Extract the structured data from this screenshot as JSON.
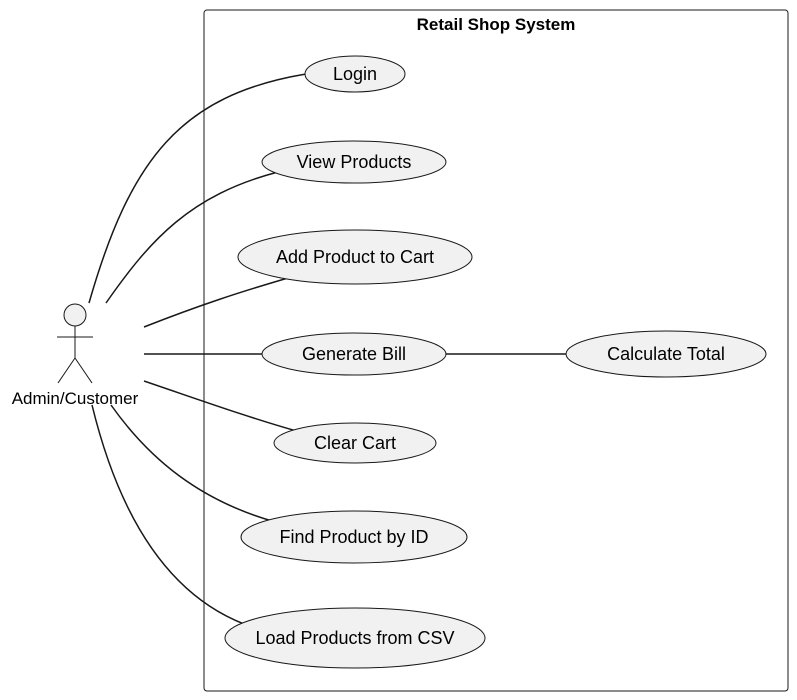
{
  "system": {
    "title": "Retail Shop System"
  },
  "actor": {
    "name": "Admin/Customer",
    "icon": "stick-figure-icon"
  },
  "use_cases": [
    {
      "id": "login",
      "label": "Login"
    },
    {
      "id": "view-products",
      "label": "View Products"
    },
    {
      "id": "add-product-to-cart",
      "label": "Add Product to Cart"
    },
    {
      "id": "generate-bill",
      "label": "Generate Bill"
    },
    {
      "id": "calculate-total",
      "label": "Calculate Total"
    },
    {
      "id": "clear-cart",
      "label": "Clear Cart"
    },
    {
      "id": "find-product-by-id",
      "label": "Find Product by ID"
    },
    {
      "id": "load-products-from-csv",
      "label": "Load Products from CSV"
    }
  ],
  "associations": [
    {
      "from": "actor",
      "to": "login"
    },
    {
      "from": "actor",
      "to": "view-products"
    },
    {
      "from": "actor",
      "to": "add-product-to-cart"
    },
    {
      "from": "actor",
      "to": "generate-bill"
    },
    {
      "from": "actor",
      "to": "clear-cart"
    },
    {
      "from": "actor",
      "to": "find-product-by-id"
    },
    {
      "from": "actor",
      "to": "load-products-from-csv"
    },
    {
      "from": "generate-bill",
      "to": "calculate-total"
    }
  ],
  "colors": {
    "ellipse_fill": "#f1f1f1",
    "stroke": "#181818",
    "background": "#ffffff"
  }
}
